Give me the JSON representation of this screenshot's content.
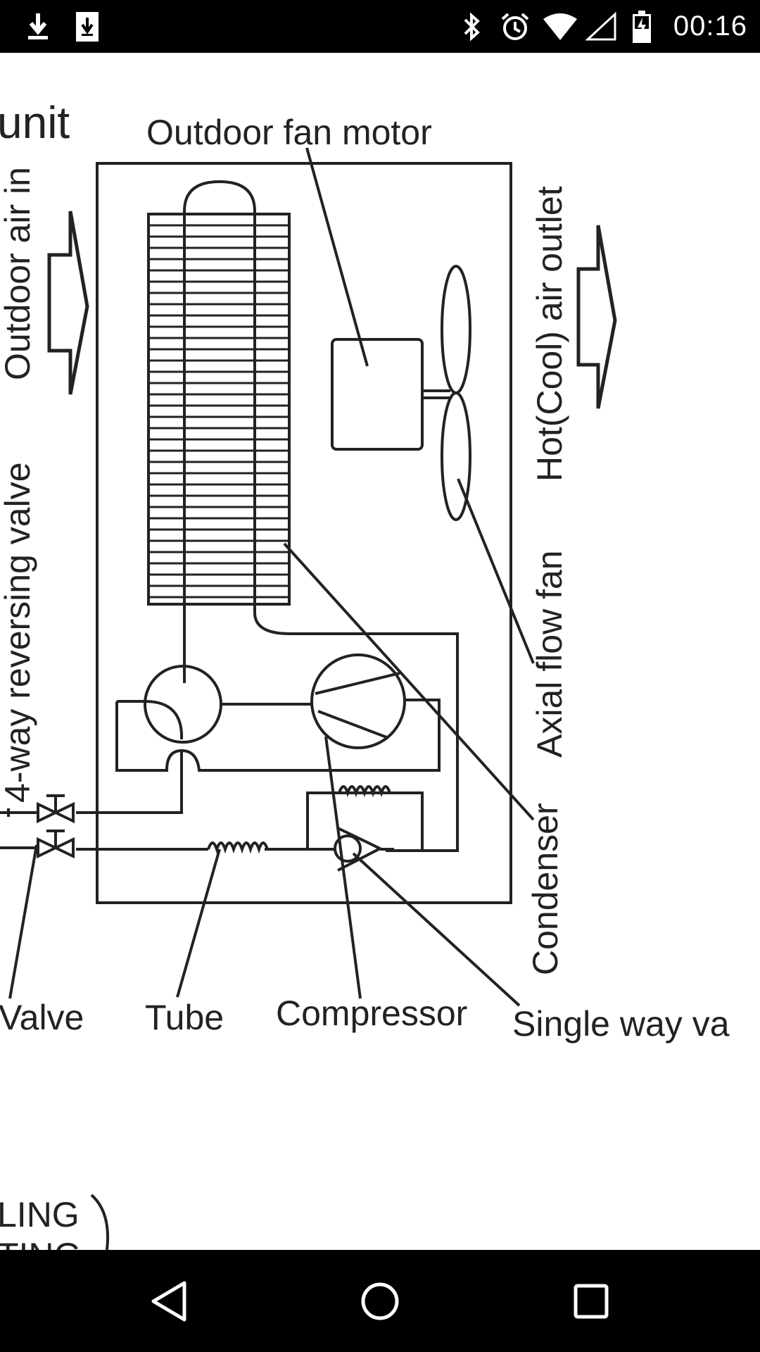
{
  "status_bar": {
    "time": "00:16",
    "left_icons": [
      "download-icon",
      "download-file-icon"
    ],
    "right_icons": [
      "bluetooth-icon",
      "alarm-icon",
      "wifi-icon",
      "cell-signal-icon",
      "battery-charging-icon"
    ]
  },
  "diagram": {
    "labels": {
      "unit_fragment": "unit",
      "outdoor_fan_motor": "Outdoor fan motor",
      "outdoor_air_in": "Outdoor air in",
      "hot_cool_air_outlet": "Hot(Cool) air outlet",
      "four_way_valve": "4-way reversing valve",
      "axial_flow_fan": "Axial flow fan",
      "condenser": "Condenser",
      "valve": "Valve",
      "tube": "Tube",
      "compressor": "Compressor",
      "single_way_valve": "Single way va",
      "bottom_fragment_1": "LING",
      "bottom_fragment_2": "TING"
    }
  },
  "navigation": {
    "buttons": [
      "back-icon",
      "home-icon",
      "recents-icon"
    ]
  },
  "colors": {
    "bars": "#000000",
    "line": "#222222",
    "background": "#ffffff"
  }
}
